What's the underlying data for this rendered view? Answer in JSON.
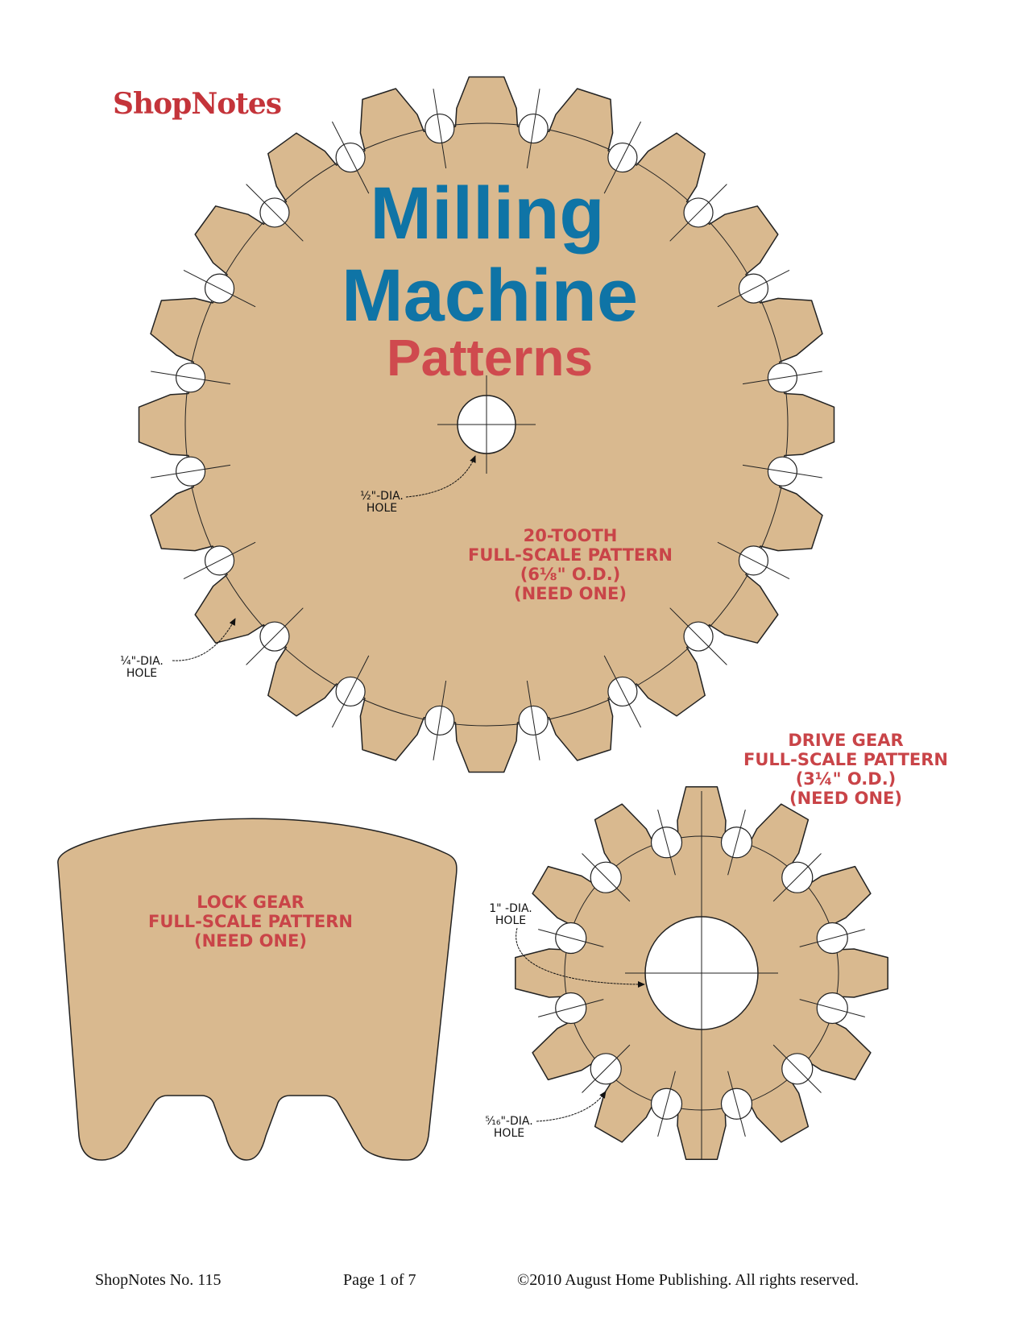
{
  "brand": {
    "logo_text": "ShopNotes"
  },
  "title": {
    "line1": "Milling",
    "line2": "Machine",
    "line3": "Patterns"
  },
  "big_gear": {
    "label": [
      "20-TOOTH",
      "FULL-SCALE PATTERN",
      "(6⅛\" O.D.)",
      "(NEED ONE)"
    ],
    "center_hole_label": [
      "½\"-DIA.",
      "HOLE"
    ],
    "root_hole_label": [
      "¼\"-DIA.",
      "HOLE"
    ]
  },
  "drive_gear": {
    "label": [
      "DRIVE GEAR",
      "FULL-SCALE PATTERN",
      "(3¼\" O.D.)",
      "(NEED ONE)"
    ],
    "center_hole_label": [
      "1\" -DIA.",
      "HOLE"
    ],
    "root_hole_label": [
      "⁵⁄₁₆\"-DIA.",
      "HOLE"
    ]
  },
  "lock_gear": {
    "label": [
      "LOCK GEAR",
      "FULL-SCALE PATTERN",
      "(NEED ONE)"
    ]
  },
  "colors": {
    "wood": "#d9b98f",
    "title_blue": "#0f74a6",
    "label_red": "#c94448"
  },
  "footer": {
    "issue": "ShopNotes No. 115",
    "page": "Page 1 of 7",
    "copyright": "©2010 August Home Publishing. All rights reserved."
  }
}
